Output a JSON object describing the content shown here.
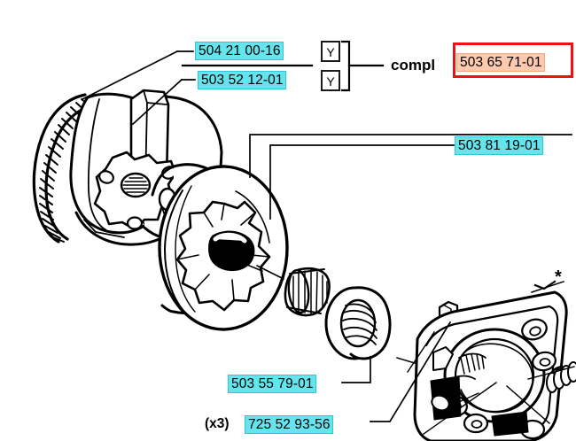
{
  "diagram": {
    "title": "Chainsaw clutch and sprocket exploded parts diagram",
    "type": "exploded-parts-diagram",
    "colors": {
      "highlight_cyan": "#66e4ee",
      "highlight_cyan_border": "#2fc8d8",
      "highlight_salmon": "#ffc9ad",
      "selection_red": "#ee1111",
      "line_black": "#000000",
      "background": "#ffffff"
    }
  },
  "labels": {
    "clutch_spring": "504 21 00-16",
    "clutch_shoe": "503 52 12-01",
    "assembly_complete_prefix": "compl",
    "assembly_complete_part": "503 65 71-01",
    "clutch_drum_sprocket": "503 81 19-01",
    "needle_bearing_washer": "503 55 79-01",
    "screw_qty": "(x3)",
    "screw_part": "725 52 93-56",
    "y_marker_1": "Y",
    "y_marker_2": "Y",
    "footnote_asterisk": "*"
  }
}
